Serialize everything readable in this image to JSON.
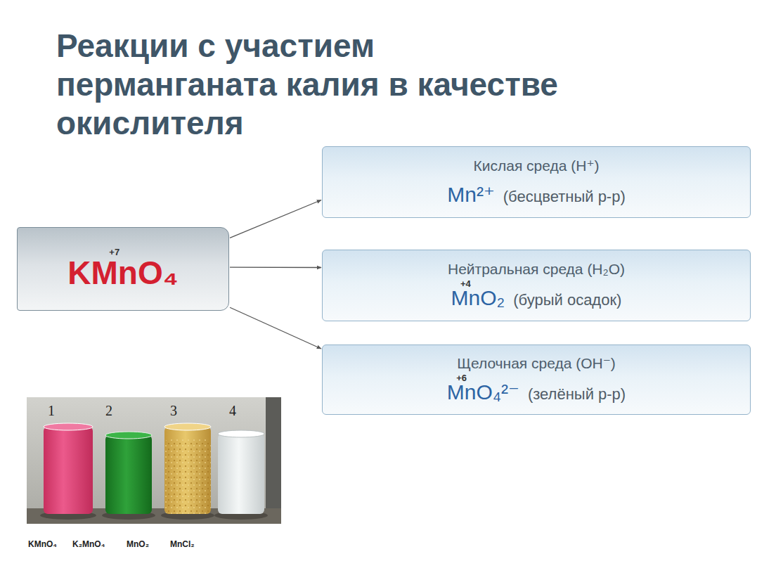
{
  "diagram": {
    "title": "Реакции с участием перманганата калия в качестве окислителя",
    "nodes": [
      {
        "text": [
          "+7",
          "KMnO₄"
        ]
      },
      {
        "text": [
          "Кислая среда (H⁺)",
          "Mn²⁺",
          "(бесцветный р-р)"
        ]
      },
      {
        "text": [
          "Нейтральная среда (H₂O)",
          "+4",
          "MnO₂",
          "(бурый осадок)"
        ]
      },
      {
        "text": [
          "Щелочная среда (OH⁻)",
          "+6",
          "MnO₄²⁻",
          "(зелёный р-р)"
        ]
      }
    ],
    "edges": [
      {
        "from": 0,
        "to": 1,
        "arrow": "to"
      },
      {
        "from": 0,
        "to": 2,
        "arrow": "to"
      },
      {
        "from": 0,
        "to": 3,
        "arrow": "to"
      }
    ],
    "labels": [
      "1",
      "2",
      "3",
      "4",
      "KMnO₄",
      "K₂MnO₄",
      "MnO₂",
      "MnCl₂"
    ]
  }
}
